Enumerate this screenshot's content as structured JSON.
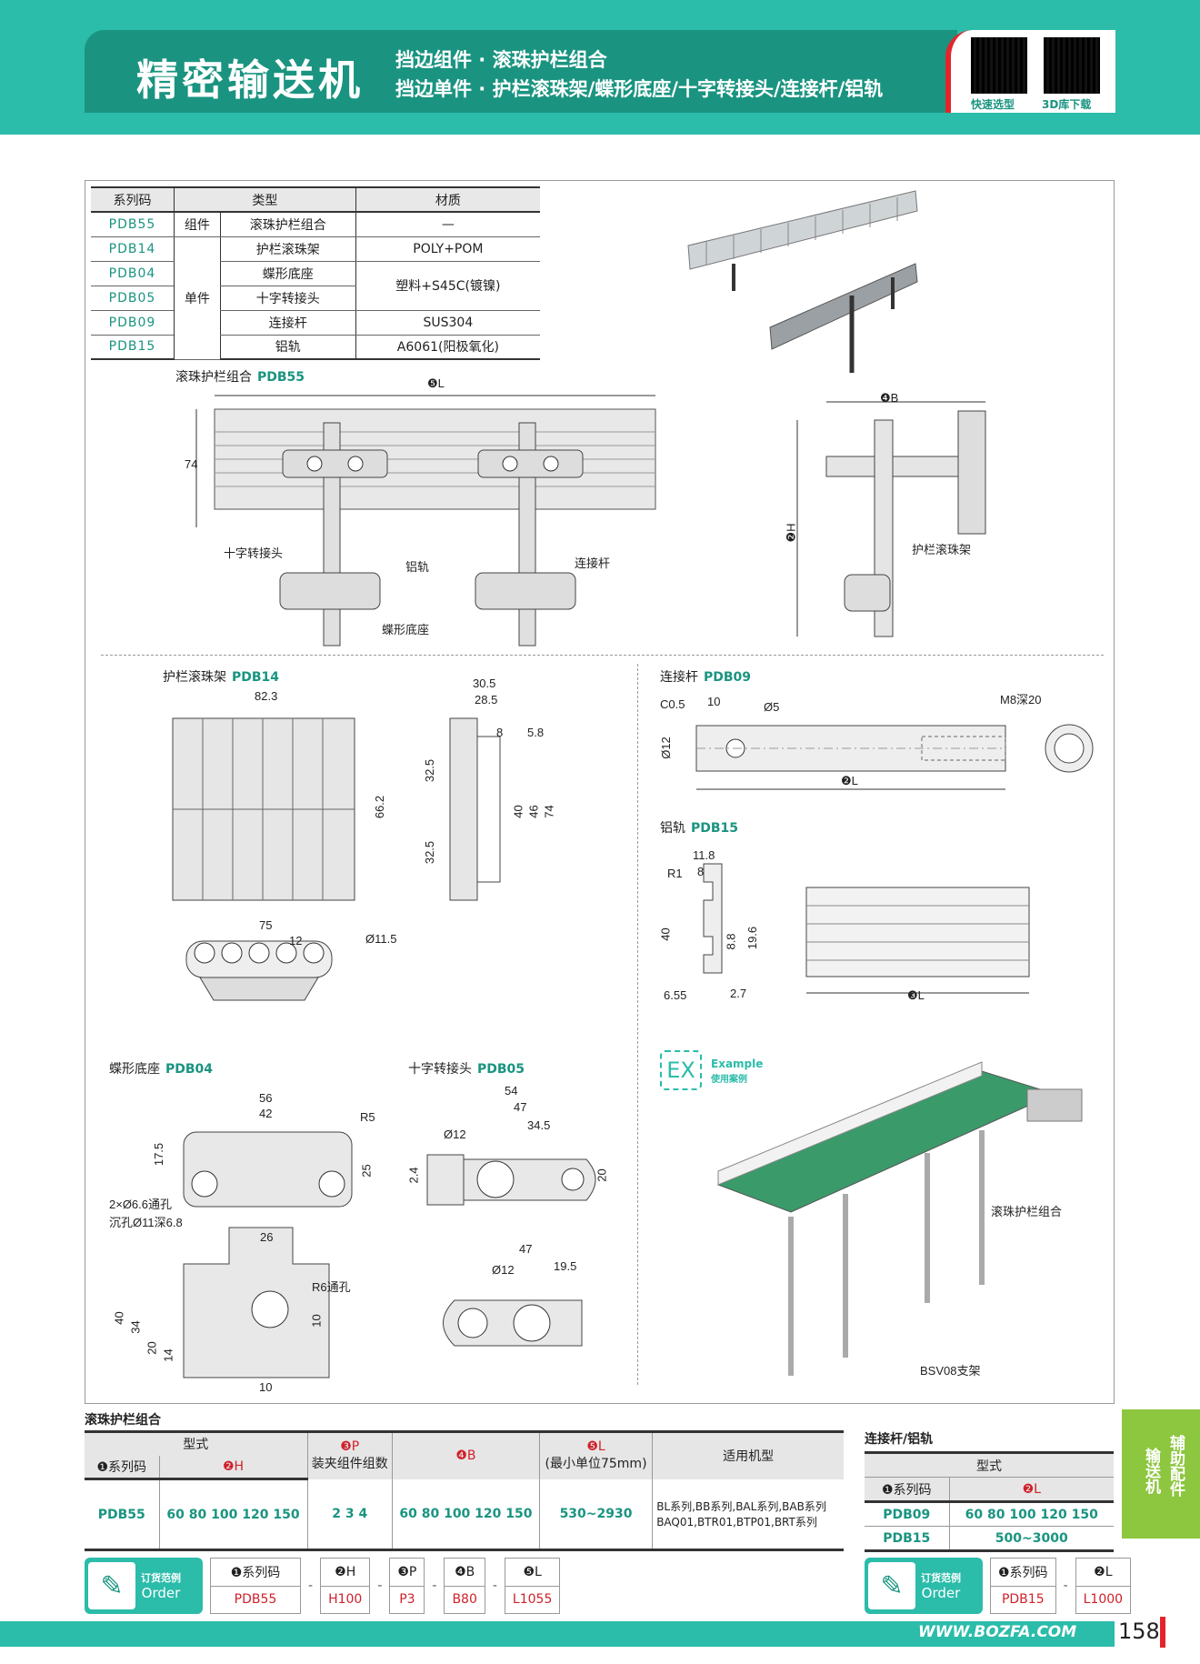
{
  "header": {
    "title": "精密输送机",
    "line1": "挡边组件 · 滚珠护栏组合",
    "line2": "挡边单件 · 护栏滚珠架/蝶形底座/十字转接头/连接杆/铝轨",
    "qr1_label": "快速选型",
    "qr2_label": "3D库下载"
  },
  "spec_table": {
    "headers": [
      "系列码",
      "类型",
      "材质"
    ],
    "rows": [
      {
        "code": "PDB55",
        "group": "组件",
        "type": "滚珠护栏组合",
        "material": "—"
      },
      {
        "code": "PDB14",
        "group": "单件",
        "type": "护栏滚珠架",
        "material": "POLY+POM"
      },
      {
        "code": "PDB04",
        "type": "蝶形底座",
        "material": "塑料+S45C(镀镍)"
      },
      {
        "code": "PDB05",
        "type": "十字转接头"
      },
      {
        "code": "PDB09",
        "type": "连接杆",
        "material": "SUS304"
      },
      {
        "code": "PDB15",
        "type": "铝轨",
        "material": "A6061(阳极氧化)"
      }
    ]
  },
  "sections": {
    "pdb55": {
      "name": "滚珠护栏组合",
      "code": "PDB55",
      "L": "❺L",
      "h74": "74",
      "cross": "十字转接头",
      "rail": "铝轨",
      "rod": "连接杆",
      "base": "蝶形底座",
      "B": "❹B",
      "H": "❷H",
      "roller": "护栏滚珠架"
    },
    "pdb14": {
      "name": "护栏滚珠架",
      "code": "PDB14",
      "dims": [
        "82.3",
        "66.2",
        "30.5",
        "28.5",
        "8",
        "5.8",
        "32.5",
        "32.5",
        "40",
        "46",
        "74",
        "75",
        "12",
        "Ø11.5"
      ]
    },
    "pdb09": {
      "name": "连接杆",
      "code": "PDB09",
      "dims": [
        "C0.5",
        "10",
        "Ø5",
        "M8深20",
        "Ø12",
        "❷L"
      ]
    },
    "pdb15": {
      "name": "铝轨",
      "code": "PDB15",
      "dims": [
        "11.8",
        "R1",
        "8",
        "40",
        "8.8",
        "19.6",
        "6.55",
        "2.7",
        "❸L"
      ]
    },
    "pdb04": {
      "name": "蝶形底座",
      "code": "PDB04",
      "dims": [
        "56",
        "42",
        "R5",
        "17.5",
        "25",
        "2×Ø6.6通孔",
        "沉孔Ø11深6.8",
        "26",
        "R6通孔",
        "40",
        "34",
        "20",
        "14",
        "10",
        "10"
      ]
    },
    "pdb05": {
      "name": "十字转接头",
      "code": "PDB05",
      "dims": [
        "54",
        "47",
        "34.5",
        "Ø12",
        "2.4",
        "20",
        "47",
        "Ø12",
        "19.5"
      ]
    },
    "example": {
      "badge": "EX",
      "en": "Example",
      "cn": "使用案例",
      "label1": "滚珠护栏组合",
      "label2": "BSV08支架"
    }
  },
  "bottom_table": {
    "title": "滚珠护栏组合",
    "model": "型式",
    "code_h": "❶系列码",
    "h_h": "❷H",
    "p_h": "❸P",
    "p_sub": "装夹组件组数",
    "b_h": "❹B",
    "l_h": "❺L",
    "l_sub": "(最小单位75mm)",
    "fit_h": "适用机型",
    "code": "PDB55",
    "H": "60  80  100  120  150",
    "P": "2    3    4",
    "B": "60  80  100  120  150",
    "L": "530~2930",
    "fit1": "BL系列,BB系列,BAL系列,BAB系列",
    "fit2": "BAQ01,BTR01,BTP01,BRT系列"
  },
  "right_table": {
    "title": "连接杆/铝轨",
    "model": "型式",
    "code_h": "❶系列码",
    "l_h": "❷L",
    "rows": [
      {
        "code": "PDB09",
        "L": "60  80  100  120  150"
      },
      {
        "code": "PDB15",
        "L": "500~3000"
      }
    ]
  },
  "order1": {
    "cn": "订货范例",
    "en": "Order",
    "heads": [
      "❶系列码",
      "❷H",
      "❸P",
      "❹B",
      "❺L"
    ],
    "vals": [
      "PDB55",
      "H100",
      "P3",
      "B80",
      "L1055"
    ]
  },
  "order2": {
    "cn": "订货范例",
    "en": "Order",
    "heads": [
      "❶系列码",
      "❷L"
    ],
    "vals": [
      "PDB15",
      "L1000"
    ]
  },
  "side_tab": {
    "a": "辅助配件",
    "b": "输送机"
  },
  "footer": {
    "url": "WWW.BOZFA.COM",
    "page": "158"
  },
  "colors": {
    "teal": "#2bbcaa",
    "dark_teal": "#1a9480",
    "red": "#e3242b",
    "green_tab": "#8dc63f"
  }
}
